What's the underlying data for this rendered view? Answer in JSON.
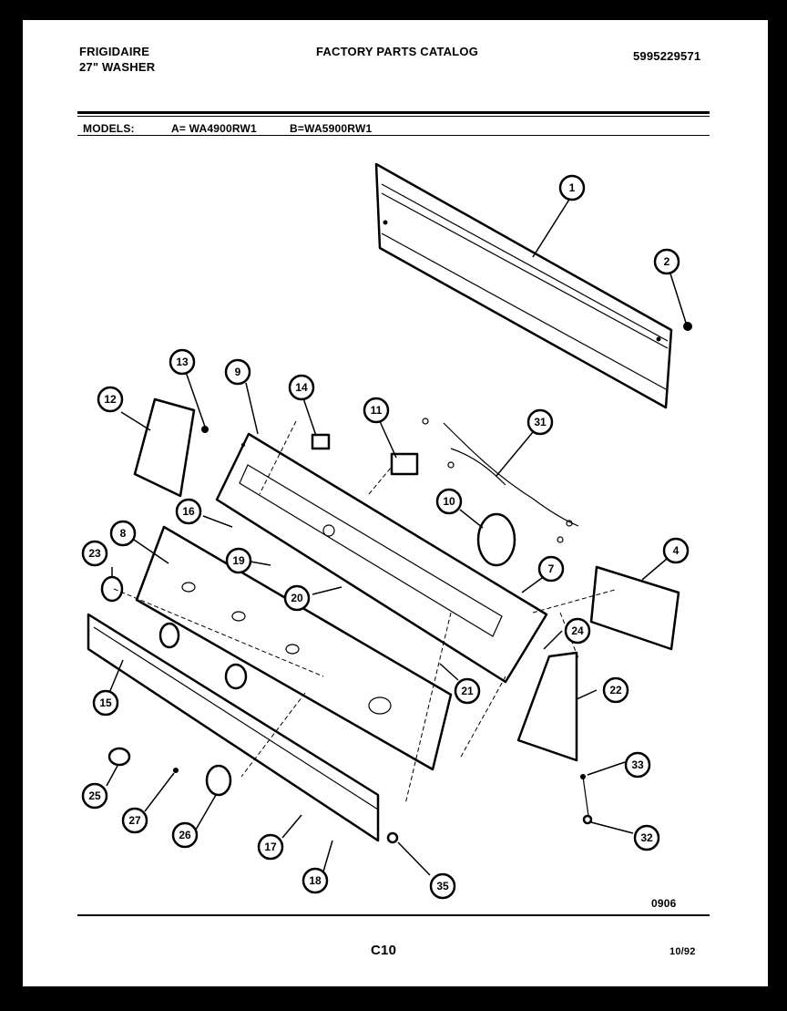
{
  "header": {
    "brand": "FRIGIDAIRE",
    "product": "27\" WASHER",
    "catalog_title": "FACTORY PARTS CATALOG",
    "doc_number": "5995229571"
  },
  "models": {
    "label": "MODELS:",
    "a": "A= WA4900RW1",
    "b": "B=WA5900RW1"
  },
  "callouts": [
    "1",
    "2",
    "4",
    "7",
    "8",
    "9",
    "10",
    "11",
    "12",
    "13",
    "14",
    "15",
    "16",
    "17",
    "18",
    "19",
    "20",
    "21",
    "22",
    "23",
    "24",
    "25",
    "26",
    "27",
    "31",
    "32",
    "33",
    "35"
  ],
  "footer": {
    "drawing_code": "0906",
    "page": "C10",
    "date": "10/92"
  }
}
